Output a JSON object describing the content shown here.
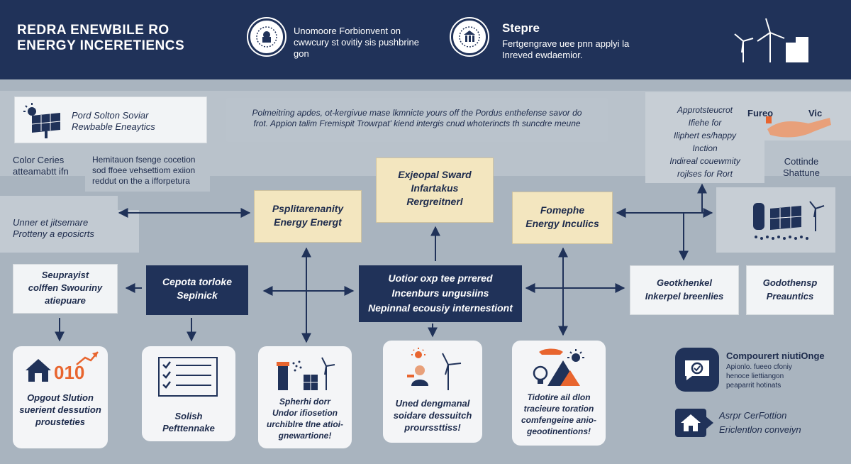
{
  "header": {
    "title_line1": "REDRA ENEWBILE RO",
    "title_line2": "ENERGY INCERETIENCS",
    "item1_text": "Unomoore Forbionvent on cwwcury st ovitiy sis pushbrine gon",
    "item2_title": "Stepre",
    "item2_text": "Fertgengrave uee pnn applyi la Inreved ewdaemior."
  },
  "top_left": {
    "solar_title_l1": "Pord Solton Soviar",
    "solar_title_l2": "Rewbable Eneaytics",
    "color_label_l1": "Color Ceries",
    "color_label_l2": "atteamabtt ifn",
    "desc_l1": "Hemitauon fsenge cocetion",
    "desc_l2": "sod ffoee vehsettiom exiion",
    "desc_l3": "reddut on the a ifforpetura",
    "unneret_l1": "Unner et jitsemare",
    "unneret_l2": "Protteny a eposicrts"
  },
  "banner": {
    "line1": "Polmeitring apdes, ot-kergivue mase lkmnicte yours off the Pordus enthefense savor do",
    "line2": "frot. Appion talim Fremispit Trowrpat' kiend intergis cnud whoterincts th suncdre meune"
  },
  "top_right": {
    "appro_l1": "Approtsteucrot",
    "appro_l2": "Ifiehe for",
    "appro_l3": "Iliphert es/happy",
    "appro_l4": "Inction",
    "appro_l5": "Indireal couewmity",
    "appro_l6": "rojlses for Rort",
    "fureo": "Fureo",
    "vic": "Vic",
    "cottinde_l1": "Cottinde",
    "cottinde_l2": "Shattune"
  },
  "mid": {
    "expedial_l1": "Exjeopal Sward",
    "expedial_l2": "Infartakus",
    "expedial_l3": "Rergreitnerl",
    "psplit_l1": "Psplitarenanity",
    "psplit_l2": "Energy Energt",
    "fomephe_l1": "Fomephe",
    "fomephe_l2": "Energy Inculics",
    "seupray_l1": "Seuprayist",
    "seupray_l2": "colffen Swouriny",
    "seupray_l3": "atiepuare",
    "cepota_l1": "Cepota torloke",
    "cepota_l2": "Sepinick",
    "center_l1": "Uotior oxp tee prrered",
    "center_l2": "Incenburs ungusiins",
    "center_l3": "Nepinnal ecousiy internestiont",
    "geo1_l1": "Geotkhenkel",
    "geo1_l2": "Inkerpel breenlies",
    "geo2_l1": "Godothensp",
    "geo2_l2": "Preauntics"
  },
  "cards": {
    "c1_num": "010",
    "c1_l1": "Opgout Slution",
    "c1_l2": "suerient dessution",
    "c1_l3": "prousteties",
    "c2_l1": "Solish",
    "c2_l2": "Pefttennake",
    "c3_l1": "Spherhi dorr",
    "c3_l2": "Undor ifiosetion",
    "c3_l3": "urchiblre tlne atioi-",
    "c3_l4": "gnewartione!",
    "c4_l1": "Uned dengmanal",
    "c4_l2": "soidare dessuitch",
    "c4_l3": "prourssttiss!",
    "c5_l1": "Tidotire ail dlon",
    "c5_l2": "tracieure toration",
    "c5_l3": "comfengeine anio-",
    "c5_l4": "geootinentions!"
  },
  "right_bottom": {
    "comp_title": "Compourert niutiOnge",
    "comp_l1": "Apionlo. fueeo cfoniy",
    "comp_l2": "henoce liettiangon",
    "comp_l3": "peaparrit hotinats",
    "asrp_l1": "Asrpr CerFottion",
    "asrp_l2": "Ericlentlon conveiyn"
  },
  "colors": {
    "navy": "#203259",
    "cream": "#f3e6bf",
    "orange": "#e8652f",
    "background": "#a9b4bf"
  }
}
